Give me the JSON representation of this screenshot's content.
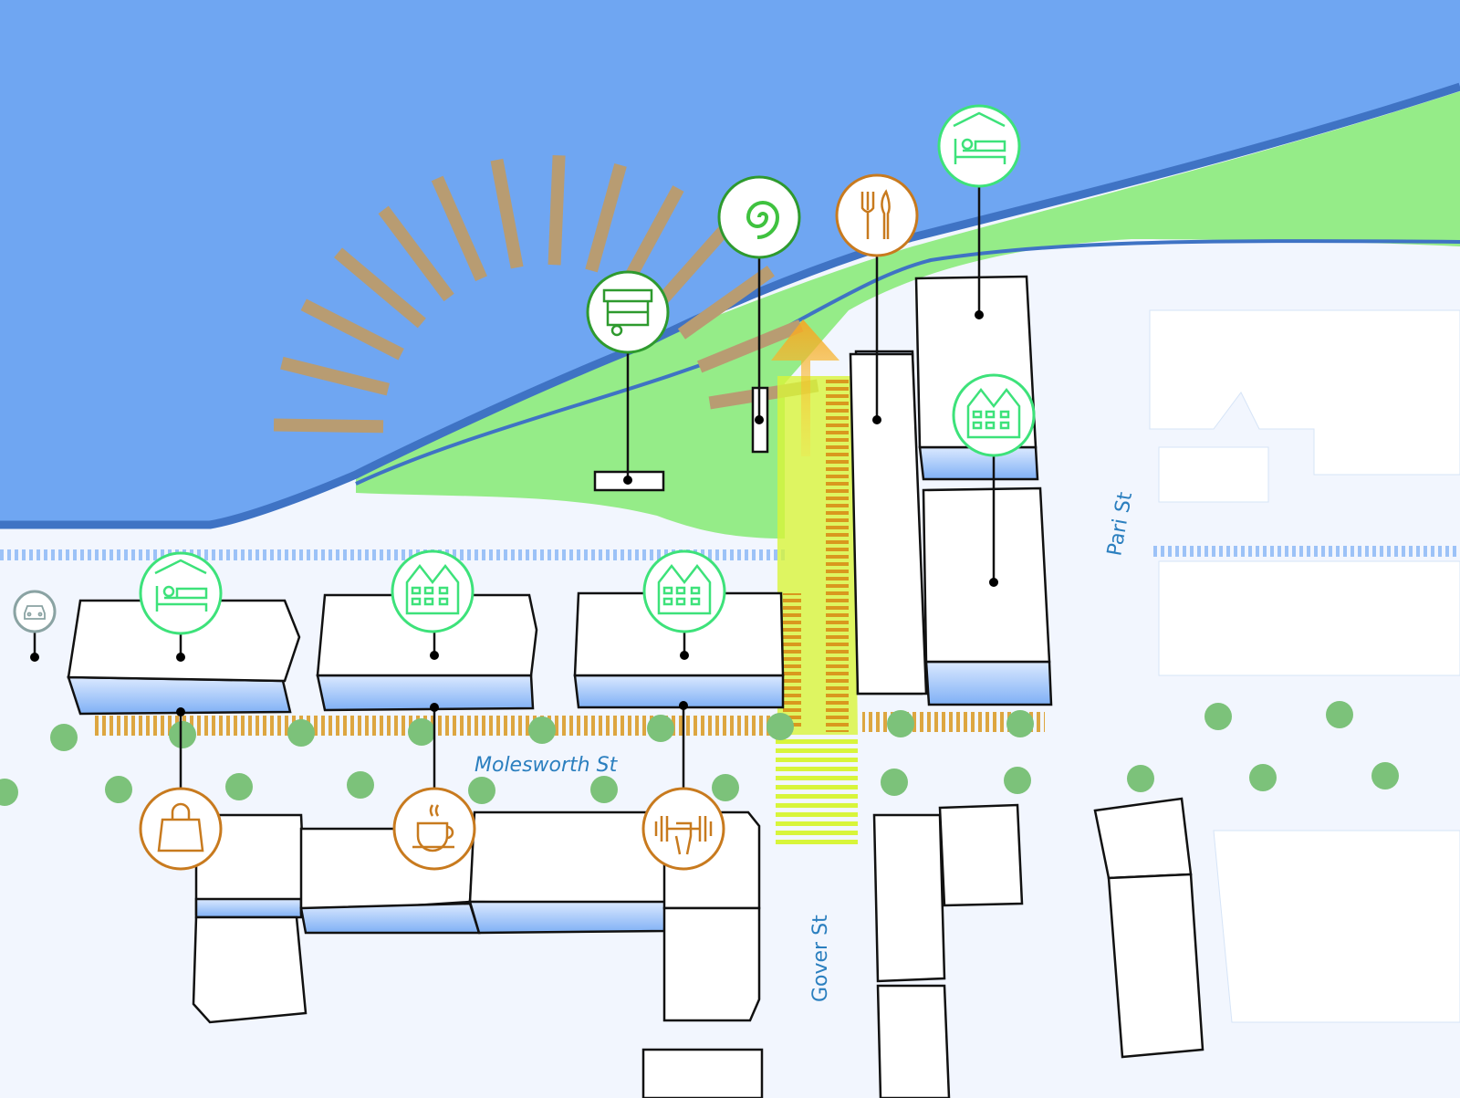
{
  "streets": {
    "molesworth": "Molesworth St",
    "gover": "Gover St",
    "pari": "Pari St"
  },
  "colors": {
    "water": "#6fa6f2",
    "shoreline": "#3f73c4",
    "park": "#95ec88",
    "accommodation_marker": "#3de27a",
    "nature_marker": "#2e9a2e",
    "commercial_marker": "#c87a1e",
    "parking_marker": "#8aa3a3",
    "shared_street": "#d8f53a",
    "paving_stripes": "#d9981e",
    "sun_rays": "#b89c72",
    "trees": "#7cc27a"
  },
  "markers": [
    {
      "icon": "car-icon",
      "category": "parking"
    },
    {
      "icon": "hotel-bed-icon",
      "category": "accommodation"
    },
    {
      "icon": "apartments-icon",
      "category": "residential"
    },
    {
      "icon": "apartments-icon",
      "category": "residential"
    },
    {
      "icon": "food-cart-icon",
      "category": "market"
    },
    {
      "icon": "spiral-koru-icon",
      "category": "cultural"
    },
    {
      "icon": "fork-knife-icon",
      "category": "dining"
    },
    {
      "icon": "hotel-bed-icon",
      "category": "accommodation"
    },
    {
      "icon": "apartments-icon",
      "category": "residential"
    },
    {
      "icon": "shopping-bag-icon",
      "category": "retail"
    },
    {
      "icon": "coffee-cup-icon",
      "category": "cafe"
    },
    {
      "icon": "gym-dumbbell-icon",
      "category": "fitness"
    }
  ]
}
